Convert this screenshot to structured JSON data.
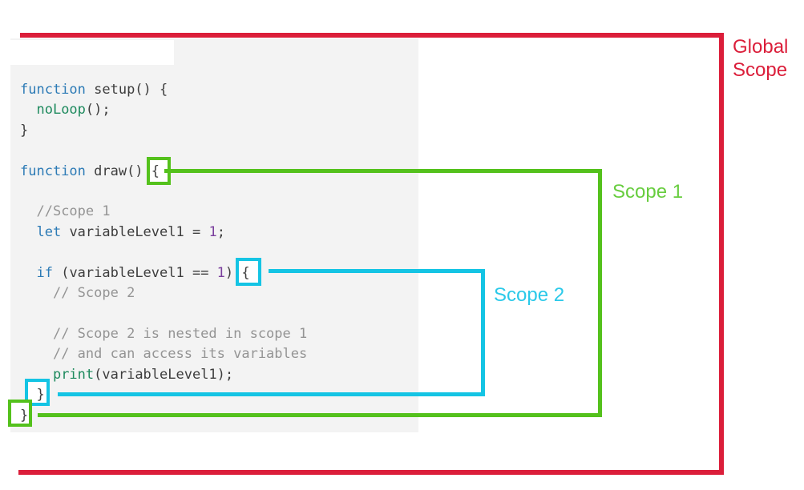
{
  "diagram": {
    "labels": {
      "global_scope": "Global Scope",
      "scope1": "Scope 1",
      "scope2": "Scope 2"
    }
  },
  "colors": {
    "global_scope_red": "#DB1E3A",
    "scope1_green": "#54C11C",
    "scope1_label_green": "#68CD3F",
    "scope2_cyan": "#14C4E4",
    "scope2_label_cyan": "#2BC9E9",
    "panel_background": "#F3F3F3",
    "code_default": "#3D3D3D",
    "code_keyword": "#2D7BB6",
    "code_function": "#1E8A5E",
    "code_number": "#7A3E9D",
    "code_comment": "#949494"
  },
  "code": {
    "language": "javascript",
    "lines": [
      {
        "tokens": [
          {
            "t": "function",
            "c": "keyword"
          },
          {
            "t": " setup() {",
            "c": "default"
          }
        ]
      },
      {
        "tokens": [
          {
            "t": "  ",
            "c": "default"
          },
          {
            "t": "noLoop",
            "c": "fn"
          },
          {
            "t": "();",
            "c": "default"
          }
        ]
      },
      {
        "tokens": [
          {
            "t": "}",
            "c": "default"
          }
        ]
      },
      {
        "tokens": []
      },
      {
        "tokens": [
          {
            "t": "function",
            "c": "keyword"
          },
          {
            "t": " draw() {",
            "c": "default"
          }
        ]
      },
      {
        "tokens": []
      },
      {
        "tokens": [
          {
            "t": "  ",
            "c": "default"
          },
          {
            "t": "//Scope 1",
            "c": "comment"
          }
        ]
      },
      {
        "tokens": [
          {
            "t": "  ",
            "c": "default"
          },
          {
            "t": "let",
            "c": "keyword"
          },
          {
            "t": " variableLevel1 = ",
            "c": "default"
          },
          {
            "t": "1",
            "c": "number"
          },
          {
            "t": ";",
            "c": "default"
          }
        ]
      },
      {
        "tokens": []
      },
      {
        "tokens": [
          {
            "t": "  ",
            "c": "default"
          },
          {
            "t": "if",
            "c": "keyword"
          },
          {
            "t": " (variableLevel1 == ",
            "c": "default"
          },
          {
            "t": "1",
            "c": "number"
          },
          {
            "t": ") {",
            "c": "default"
          }
        ]
      },
      {
        "tokens": [
          {
            "t": "    ",
            "c": "default"
          },
          {
            "t": "// Scope 2",
            "c": "comment"
          }
        ]
      },
      {
        "tokens": []
      },
      {
        "tokens": [
          {
            "t": "    ",
            "c": "default"
          },
          {
            "t": "// Scope 2 is nested in scope 1",
            "c": "comment"
          }
        ]
      },
      {
        "tokens": [
          {
            "t": "    ",
            "c": "default"
          },
          {
            "t": "// and can access its variables",
            "c": "comment"
          }
        ]
      },
      {
        "tokens": [
          {
            "t": "    ",
            "c": "default"
          },
          {
            "t": "print",
            "c": "fn"
          },
          {
            "t": "(variableLevel1);",
            "c": "default"
          }
        ]
      },
      {
        "tokens": [
          {
            "t": "  }",
            "c": "default"
          }
        ]
      },
      {
        "tokens": [
          {
            "t": "}",
            "c": "default"
          }
        ]
      }
    ]
  }
}
